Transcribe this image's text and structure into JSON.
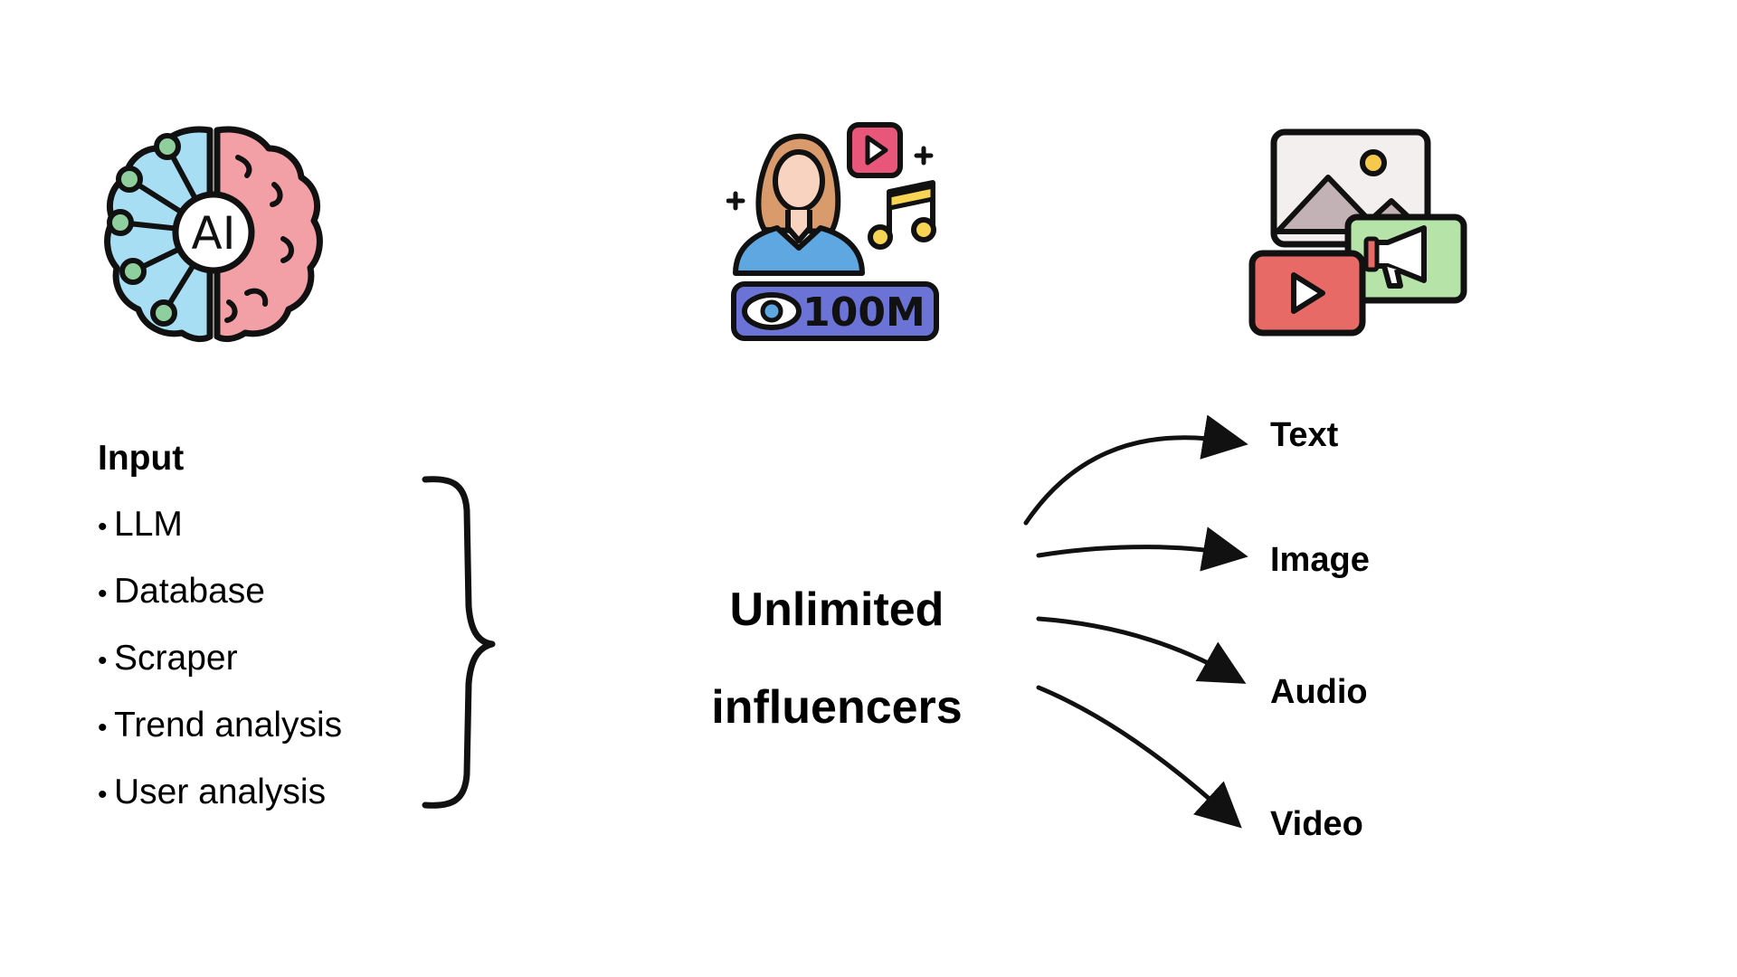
{
  "input": {
    "title": "Input",
    "items": [
      {
        "label": "LLM"
      },
      {
        "label": "Database"
      },
      {
        "label": "Scraper"
      },
      {
        "label": "Trend analysis"
      },
      {
        "label": "User analysis"
      }
    ],
    "bullet": "•"
  },
  "center": {
    "line1": "Unlimited",
    "line2": "influencers"
  },
  "outputs": {
    "text": "Text",
    "image": "Image",
    "audio": "Audio",
    "video": "Video"
  },
  "icons": {
    "brain": {
      "name": "ai-brain-icon",
      "label": "AI"
    },
    "influencer": {
      "name": "influencer-icon",
      "views": "100M"
    },
    "media": {
      "name": "media-icon"
    }
  },
  "colors": {
    "brain_left": "#a8def4",
    "brain_right": "#f2a0a6",
    "node": "#8fcf9e",
    "play_pink": "#e8577a",
    "music_yellow": "#f7d454",
    "shirt_blue": "#5fa7e0",
    "hair": "#d99a6c",
    "skin": "#f8d4c0",
    "badge_purple": "#6b74d6",
    "photo_bg": "#f3efef",
    "mountain": "#c2b1b5",
    "sun": "#f6c84c",
    "video_red": "#e86a67",
    "megaphone_green": "#b6e3a8",
    "stroke": "#111111"
  }
}
